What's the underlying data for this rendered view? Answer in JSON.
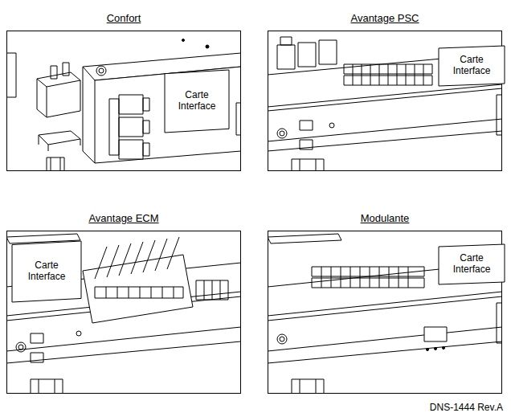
{
  "diagram": {
    "nodes": [
      {
        "text": [
          "Confort"
        ]
      },
      {
        "text": [
          "Carte Interface"
        ],
        "in": 0
      },
      {
        "text": [
          "Avantage PSC"
        ]
      },
      {
        "text": [
          "Carte Interface"
        ],
        "in": 2
      },
      {
        "text": [
          "Avantage ECM"
        ]
      },
      {
        "text": [
          "Carte Interface"
        ],
        "in": 4
      },
      {
        "text": [
          "Modulante"
        ]
      },
      {
        "text": [
          "Carte Interface"
        ],
        "in": 6
      }
    ],
    "labels": [
      "DNS-1444 Rev.A"
    ]
  }
}
